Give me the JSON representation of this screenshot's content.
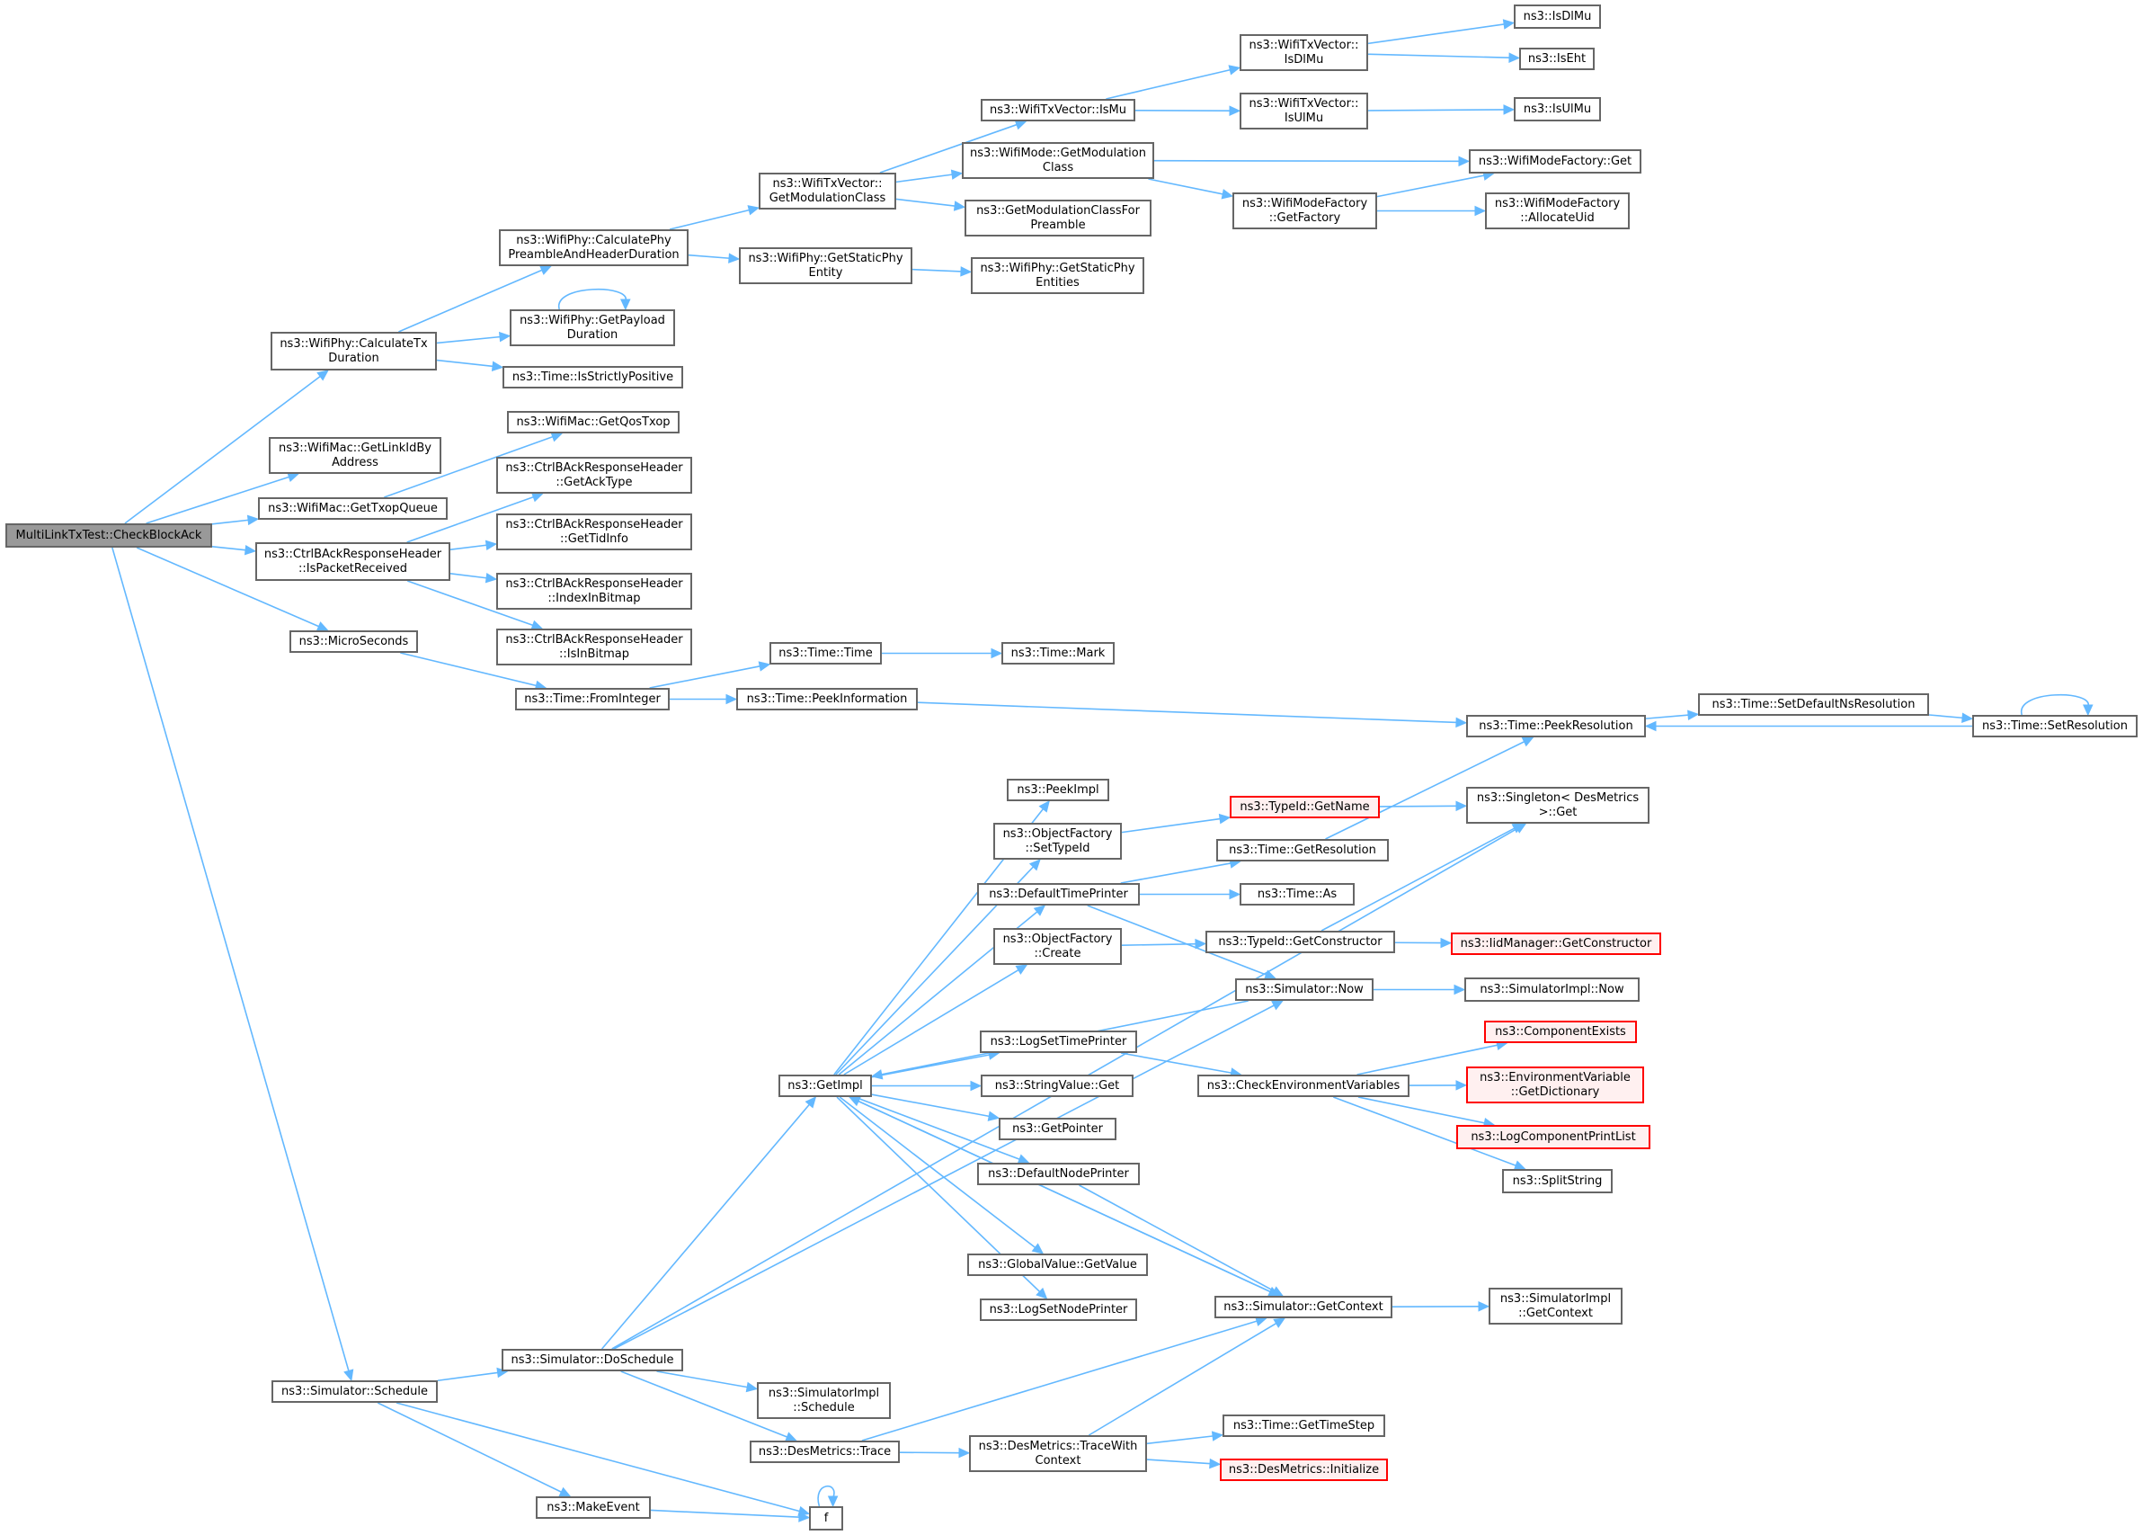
{
  "title": "MultiLinkTxTest::CheckBlockAck call graph",
  "colors": {
    "edge": "#63b8ff",
    "root_fill": "#999999",
    "node_border": "#666666",
    "missing_border": "#ff0000",
    "missing_fill": "#fff0f0"
  },
  "nodes": [
    {
      "id": "root",
      "label": "MultiLinkTxTest::CheckBlockAck",
      "kind": "root"
    },
    {
      "id": "calcTx",
      "label": "ns3::WifiPhy::CalculateTx\nDuration"
    },
    {
      "id": "getLinkId",
      "label": "ns3::WifiMac::GetLinkIdBy\nAddress"
    },
    {
      "id": "getTxopQueue",
      "label": "ns3::WifiMac::GetTxopQueue"
    },
    {
      "id": "isPacketReceived",
      "label": "ns3::CtrlBAckResponseHeader\n::IsPacketReceived"
    },
    {
      "id": "microSeconds",
      "label": "ns3::MicroSeconds"
    },
    {
      "id": "schedule",
      "label": "ns3::Simulator::Schedule"
    },
    {
      "id": "calcPhyPreamble",
      "label": "ns3::WifiPhy::CalculatePhy\nPreambleAndHeaderDuration"
    },
    {
      "id": "getPayloadDuration",
      "label": "ns3::WifiPhy::GetPayload\nDuration"
    },
    {
      "id": "isStrictlyPositive",
      "label": "ns3::Time::IsStrictlyPositive"
    },
    {
      "id": "getQosTxop",
      "label": "ns3::WifiMac::GetQosTxop"
    },
    {
      "id": "getAckType",
      "label": "ns3::CtrlBAckResponseHeader\n::GetAckType"
    },
    {
      "id": "getTidInfo",
      "label": "ns3::CtrlBAckResponseHeader\n::GetTidInfo"
    },
    {
      "id": "indexInBitmap",
      "label": "ns3::CtrlBAckResponseHeader\n::IndexInBitmap"
    },
    {
      "id": "isInBitmap",
      "label": "ns3::CtrlBAckResponseHeader\n::IsInBitmap"
    },
    {
      "id": "fromInteger",
      "label": "ns3::Time::FromInteger"
    },
    {
      "id": "doSchedule",
      "label": "ns3::Simulator::DoSchedule"
    },
    {
      "id": "txvGetModClass",
      "label": "ns3::WifiTxVector::\nGetModulationClass"
    },
    {
      "id": "getStaticPhyEntity",
      "label": "ns3::WifiPhy::GetStaticPhy\nEntity"
    },
    {
      "id": "timeTime",
      "label": "ns3::Time::Time"
    },
    {
      "id": "peekInformation",
      "label": "ns3::Time::PeekInformation"
    },
    {
      "id": "simImplSchedule",
      "label": "ns3::SimulatorImpl\n::Schedule"
    },
    {
      "id": "desTrace",
      "label": "ns3::DesMetrics::Trace"
    },
    {
      "id": "getImpl",
      "label": "ns3::GetImpl"
    },
    {
      "id": "makeEvent",
      "label": "ns3::MakeEvent"
    },
    {
      "id": "f",
      "label": "f"
    },
    {
      "id": "isMu",
      "label": "ns3::WifiTxVector::IsMu"
    },
    {
      "id": "modeGetModClass",
      "label": "ns3::WifiMode::GetModulation\nClass"
    },
    {
      "id": "getModClassForPreamble",
      "label": "ns3::GetModulationClassFor\nPreamble"
    },
    {
      "id": "getStaticPhyEntities",
      "label": "ns3::WifiPhy::GetStaticPhy\nEntities"
    },
    {
      "id": "timeMark",
      "label": "ns3::Time::Mark"
    },
    {
      "id": "peekImpl",
      "label": "ns3::PeekImpl"
    },
    {
      "id": "ofSetTypeId",
      "label": "ns3::ObjectFactory\n::SetTypeId"
    },
    {
      "id": "defaultTimePrinter",
      "label": "ns3::DefaultTimePrinter"
    },
    {
      "id": "ofCreate",
      "label": "ns3::ObjectFactory\n::Create"
    },
    {
      "id": "logSetTimePrinter",
      "label": "ns3::LogSetTimePrinter"
    },
    {
      "id": "stringValueGet",
      "label": "ns3::StringValue::Get"
    },
    {
      "id": "getPointer",
      "label": "ns3::GetPointer"
    },
    {
      "id": "defaultNodePrinter",
      "label": "ns3::DefaultNodePrinter"
    },
    {
      "id": "globalValueGetValue",
      "label": "ns3::GlobalValue::GetValue"
    },
    {
      "id": "logSetNodePrinter",
      "label": "ns3::LogSetNodePrinter"
    },
    {
      "id": "traceWithContext",
      "label": "ns3::DesMetrics::TraceWith\nContext"
    },
    {
      "id": "txvIsDlMu",
      "label": "ns3::WifiTxVector::\nIsDlMu"
    },
    {
      "id": "txvIsUlMu",
      "label": "ns3::WifiTxVector::\nIsUlMu"
    },
    {
      "id": "getFactory",
      "label": "ns3::WifiModeFactory\n::GetFactory"
    },
    {
      "id": "typeIdGetName",
      "label": "ns3::TypeId::GetName",
      "kind": "missing"
    },
    {
      "id": "timeGetResolution",
      "label": "ns3::Time::GetResolution"
    },
    {
      "id": "timeAs",
      "label": "ns3::Time::As"
    },
    {
      "id": "typeIdGetConstructor",
      "label": "ns3::TypeId::GetConstructor"
    },
    {
      "id": "simNow",
      "label": "ns3::Simulator::Now"
    },
    {
      "id": "checkEnv",
      "label": "ns3::CheckEnvironmentVariables"
    },
    {
      "id": "simGetContext",
      "label": "ns3::Simulator::GetContext"
    },
    {
      "id": "getTimeStep",
      "label": "ns3::Time::GetTimeStep"
    },
    {
      "id": "desInitialize",
      "label": "ns3::DesMetrics::Initialize",
      "kind": "missing"
    },
    {
      "id": "isDlMu",
      "label": "ns3::IsDlMu"
    },
    {
      "id": "isEht",
      "label": "ns3::IsEht"
    },
    {
      "id": "isUlMu",
      "label": "ns3::IsUlMu"
    },
    {
      "id": "modeFactoryGet",
      "label": "ns3::WifiModeFactory::Get"
    },
    {
      "id": "allocateUid",
      "label": "ns3::WifiModeFactory\n::AllocateUid"
    },
    {
      "id": "peekResolution",
      "label": "ns3::Time::PeekResolution"
    },
    {
      "id": "singletonGet",
      "label": "ns3::Singleton< DesMetrics\n>::Get"
    },
    {
      "id": "iidGetConstructor",
      "label": "ns3::IidManager::GetConstructor",
      "kind": "missing"
    },
    {
      "id": "simImplNow",
      "label": "ns3::SimulatorImpl::Now"
    },
    {
      "id": "componentExists",
      "label": "ns3::ComponentExists",
      "kind": "missing"
    },
    {
      "id": "envGetDictionary",
      "label": "ns3::EnvironmentVariable\n::GetDictionary",
      "kind": "missing"
    },
    {
      "id": "logComponentPrintList",
      "label": "ns3::LogComponentPrintList",
      "kind": "missing"
    },
    {
      "id": "splitString",
      "label": "ns3::SplitString"
    },
    {
      "id": "simImplGetContext",
      "label": "ns3::SimulatorImpl\n::GetContext"
    },
    {
      "id": "setDefaultNsResolution",
      "label": "ns3::Time::SetDefaultNsResolution"
    },
    {
      "id": "setResolution",
      "label": "ns3::Time::SetResolution"
    }
  ],
  "edges": [
    [
      "root",
      "calcTx"
    ],
    [
      "root",
      "getLinkId"
    ],
    [
      "root",
      "getTxopQueue"
    ],
    [
      "root",
      "isPacketReceived"
    ],
    [
      "root",
      "microSeconds"
    ],
    [
      "root",
      "schedule"
    ],
    [
      "calcTx",
      "calcPhyPreamble"
    ],
    [
      "calcTx",
      "getPayloadDuration"
    ],
    [
      "calcTx",
      "isStrictlyPositive"
    ],
    [
      "getPayloadDuration",
      "getPayloadDuration"
    ],
    [
      "getTxopQueue",
      "getQosTxop"
    ],
    [
      "isPacketReceived",
      "getAckType"
    ],
    [
      "isPacketReceived",
      "getTidInfo"
    ],
    [
      "isPacketReceived",
      "indexInBitmap"
    ],
    [
      "isPacketReceived",
      "isInBitmap"
    ],
    [
      "microSeconds",
      "fromInteger"
    ],
    [
      "calcPhyPreamble",
      "txvGetModClass"
    ],
    [
      "calcPhyPreamble",
      "getStaticPhyEntity"
    ],
    [
      "txvGetModClass",
      "isMu"
    ],
    [
      "txvGetModClass",
      "modeGetModClass"
    ],
    [
      "txvGetModClass",
      "getModClassForPreamble"
    ],
    [
      "getStaticPhyEntity",
      "getStaticPhyEntities"
    ],
    [
      "isMu",
      "txvIsDlMu"
    ],
    [
      "isMu",
      "txvIsUlMu"
    ],
    [
      "txvIsDlMu",
      "isDlMu"
    ],
    [
      "txvIsDlMu",
      "isEht"
    ],
    [
      "txvIsUlMu",
      "isUlMu"
    ],
    [
      "modeGetModClass",
      "modeFactoryGet"
    ],
    [
      "modeGetModClass",
      "getFactory"
    ],
    [
      "getFactory",
      "modeFactoryGet"
    ],
    [
      "getFactory",
      "allocateUid"
    ],
    [
      "fromInteger",
      "timeTime"
    ],
    [
      "fromInteger",
      "peekInformation"
    ],
    [
      "timeTime",
      "timeMark"
    ],
    [
      "peekInformation",
      "peekResolution"
    ],
    [
      "peekResolution",
      "setDefaultNsResolution"
    ],
    [
      "setDefaultNsResolution",
      "setResolution"
    ],
    [
      "setResolution",
      "peekResolution"
    ],
    [
      "setResolution",
      "setResolution"
    ],
    [
      "doSchedule",
      "singletonGet"
    ],
    [
      "doSchedule",
      "getImpl"
    ],
    [
      "doSchedule",
      "simNow"
    ],
    [
      "doSchedule",
      "simImplSchedule"
    ],
    [
      "doSchedule",
      "desTrace"
    ],
    [
      "getImpl",
      "peekImpl"
    ],
    [
      "getImpl",
      "ofSetTypeId"
    ],
    [
      "getImpl",
      "defaultTimePrinter"
    ],
    [
      "getImpl",
      "ofCreate"
    ],
    [
      "getImpl",
      "logSetTimePrinter"
    ],
    [
      "getImpl",
      "stringValueGet"
    ],
    [
      "getImpl",
      "getPointer"
    ],
    [
      "getImpl",
      "defaultNodePrinter"
    ],
    [
      "getImpl",
      "globalValueGetValue"
    ],
    [
      "getImpl",
      "logSetNodePrinter"
    ],
    [
      "getImpl",
      "simGetContext"
    ],
    [
      "simNow",
      "getImpl"
    ],
    [
      "simGetContext",
      "getImpl"
    ],
    [
      "ofSetTypeId",
      "typeIdGetName"
    ],
    [
      "typeIdGetName",
      "singletonGet"
    ],
    [
      "defaultTimePrinter",
      "timeGetResolution"
    ],
    [
      "defaultTimePrinter",
      "timeAs"
    ],
    [
      "defaultTimePrinter",
      "simNow"
    ],
    [
      "timeGetResolution",
      "peekResolution"
    ],
    [
      "ofCreate",
      "typeIdGetConstructor"
    ],
    [
      "typeIdGetConstructor",
      "singletonGet"
    ],
    [
      "typeIdGetConstructor",
      "iidGetConstructor"
    ],
    [
      "simNow",
      "simImplNow"
    ],
    [
      "logSetTimePrinter",
      "checkEnv"
    ],
    [
      "checkEnv",
      "componentExists"
    ],
    [
      "checkEnv",
      "envGetDictionary"
    ],
    [
      "checkEnv",
      "logComponentPrintList"
    ],
    [
      "checkEnv",
      "splitString"
    ],
    [
      "defaultNodePrinter",
      "simGetContext"
    ],
    [
      "simGetContext",
      "simImplGetContext"
    ],
    [
      "schedule",
      "doSchedule"
    ],
    [
      "schedule",
      "makeEvent"
    ],
    [
      "schedule",
      "f"
    ],
    [
      "makeEvent",
      "f"
    ],
    [
      "f",
      "f"
    ],
    [
      "desTrace",
      "simGetContext"
    ],
    [
      "desTrace",
      "traceWithContext"
    ],
    [
      "traceWithContext",
      "simGetContext"
    ],
    [
      "traceWithContext",
      "getTimeStep"
    ],
    [
      "traceWithContext",
      "desInitialize"
    ]
  ]
}
